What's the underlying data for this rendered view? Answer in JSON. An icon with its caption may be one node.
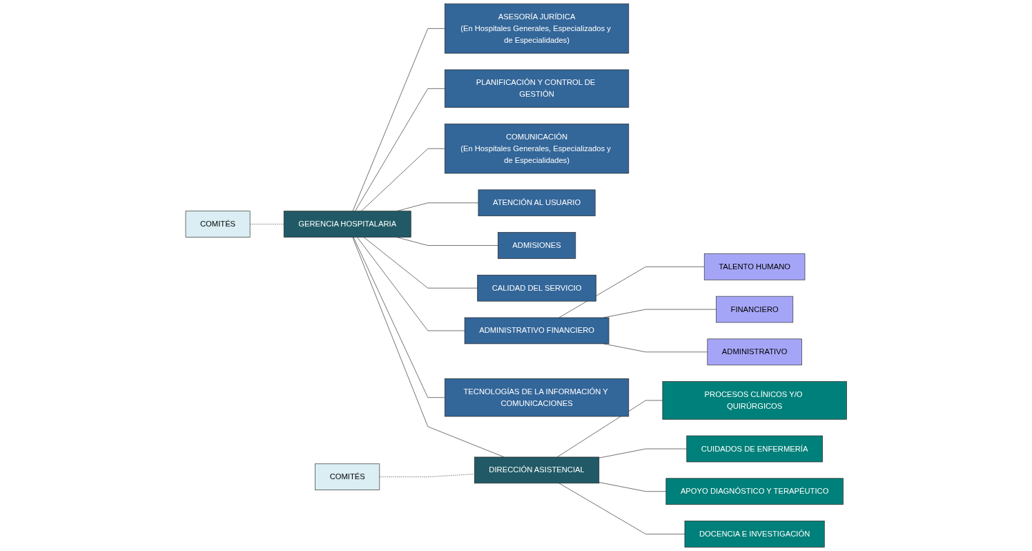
{
  "diagram": {
    "nodes": [
      {
        "text": [
          "COMITÉS"
        ]
      },
      {
        "text": [
          "GERENCIA HOSPITALARIA"
        ]
      },
      {
        "text": [
          "ASESORÍA JURÍDICA",
          "(En Hospitales Generales, Especializados y de Especialidades)"
        ]
      },
      {
        "text": [
          "PLANIFICACIÓN Y CONTROL DE GESTIÓN"
        ]
      },
      {
        "text": [
          "COMUNICACIÓN",
          "(En Hospitales Generales, Especializados y de Especialidades)"
        ]
      },
      {
        "text": [
          "ATENCIÓN AL USUARIO"
        ]
      },
      {
        "text": [
          "ADMISIONES"
        ]
      },
      {
        "text": [
          "CALIDAD DEL SERVICIO"
        ]
      },
      {
        "text": [
          "ADMINISTRATIVO FINANCIERO"
        ]
      },
      {
        "text": [
          "TALENTO HUMANO"
        ]
      },
      {
        "text": [
          "FINANCIERO"
        ]
      },
      {
        "text": [
          "ADMINISTRATIVO"
        ]
      },
      {
        "text": [
          "TECNOLOGÍAS DE LA INFORMACIÓN Y COMUNICACIONES"
        ]
      },
      {
        "text": [
          "COMITÉS"
        ]
      },
      {
        "text": [
          "DIRECCIÓN ASISTENCIAL"
        ]
      },
      {
        "text": [
          "PROCESOS CLÍNICOS Y/O QUIRÚRGICOS"
        ]
      },
      {
        "text": [
          "CUIDADOS DE ENFERMERÍA"
        ]
      },
      {
        "text": [
          "APOYO DIAGNÓSTICO Y TERAPÉUTICO"
        ]
      },
      {
        "text": [
          "DOCENCIA E INVESTIGACIÓN"
        ]
      }
    ],
    "edges": [
      {
        "from": 0,
        "to": 1,
        "arrow": "none",
        "style": "dashed"
      },
      {
        "from": 1,
        "to": 2,
        "arrow": "none"
      },
      {
        "from": 1,
        "to": 3,
        "arrow": "none"
      },
      {
        "from": 1,
        "to": 4,
        "arrow": "none"
      },
      {
        "from": 1,
        "to": 5,
        "arrow": "none"
      },
      {
        "from": 1,
        "to": 6,
        "arrow": "none"
      },
      {
        "from": 1,
        "to": 7,
        "arrow": "none"
      },
      {
        "from": 1,
        "to": 8,
        "arrow": "none"
      },
      {
        "from": 8,
        "to": 9,
        "arrow": "none"
      },
      {
        "from": 8,
        "to": 10,
        "arrow": "none"
      },
      {
        "from": 8,
        "to": 11,
        "arrow": "none"
      },
      {
        "from": 1,
        "to": 12,
        "arrow": "none"
      },
      {
        "from": 1,
        "to": 14,
        "arrow": "none"
      },
      {
        "from": 13,
        "to": 14,
        "arrow": "none",
        "style": "dashed"
      },
      {
        "from": 14,
        "to": 15,
        "arrow": "none"
      },
      {
        "from": 14,
        "to": 16,
        "arrow": "none"
      },
      {
        "from": 14,
        "to": 17,
        "arrow": "none"
      },
      {
        "from": 14,
        "to": 18,
        "arrow": "none"
      }
    ]
  }
}
